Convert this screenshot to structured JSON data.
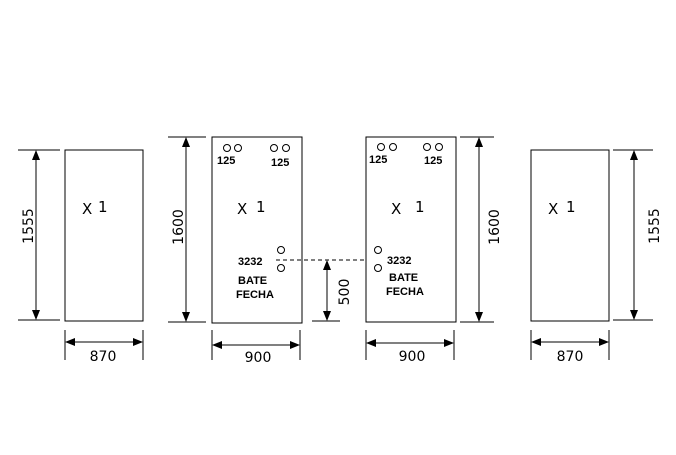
{
  "panel_left": {
    "height_label": "1555",
    "width_label": "870",
    "qty_x": "X",
    "qty_n": "1"
  },
  "door_left": {
    "height_label": "1600",
    "width_label": "900",
    "qty_x": "X",
    "qty_n": "1",
    "hole_label_left": "125",
    "hole_label_right": "125",
    "lock_code": "3232",
    "lock_line1": "BATE",
    "lock_line2": "FECHA"
  },
  "handle_offset_label": "500",
  "door_right": {
    "height_label": "1600",
    "width_label": "900",
    "qty_x": "X",
    "qty_n": "1",
    "hole_label_left": "125",
    "hole_label_right": "125",
    "lock_code": "3232",
    "lock_line1": "BATE",
    "lock_line2": "FECHA"
  },
  "panel_right": {
    "height_label": "1555",
    "width_label": "870",
    "qty_x": "X",
    "qty_n": "1"
  }
}
